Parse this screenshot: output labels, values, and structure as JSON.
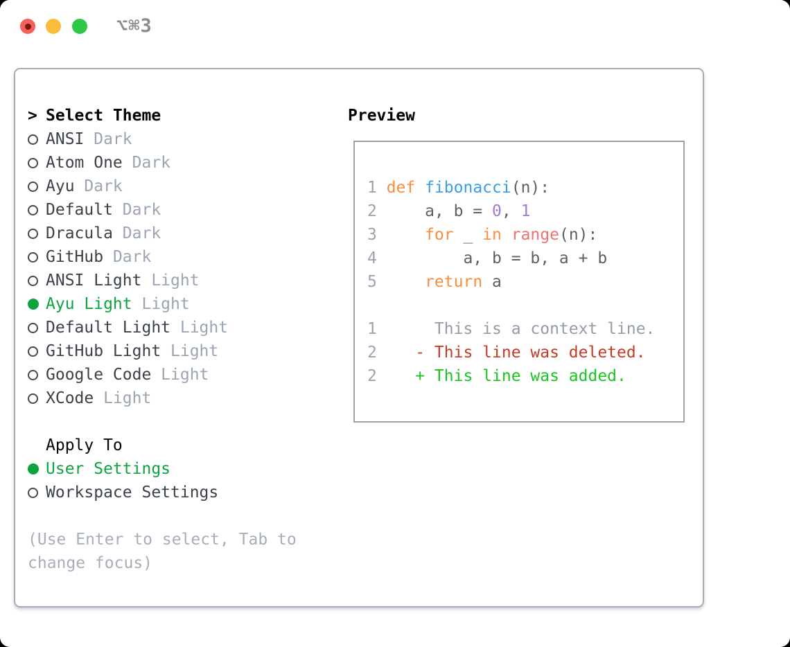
{
  "window": {
    "title": "⌥⌘3",
    "traffic_lights": [
      "close",
      "minimize",
      "zoom"
    ],
    "close_modified_indicator": true
  },
  "palette": {
    "selected_green": "#0da43f",
    "diff_added": "#1ac522",
    "diff_deleted": "#c53b28",
    "keyword": "#fa8d3e",
    "function": "#399ee6",
    "number": "#a37acc",
    "call": "#f07171",
    "code_text": "#5c6166",
    "line_number": "#9aa3ae",
    "context": "#949ca6",
    "theme_name": "#3b4148",
    "variant_label": "#9aa4b3",
    "help_text": "#a7aeb9"
  },
  "left_panel": {
    "prompt": ">",
    "title": "Select Theme",
    "themes": [
      {
        "name": "ANSI",
        "variant": "Dark",
        "selected": false
      },
      {
        "name": "Atom One",
        "variant": "Dark",
        "selected": false
      },
      {
        "name": "Ayu",
        "variant": "Dark",
        "selected": false
      },
      {
        "name": "Default",
        "variant": "Dark",
        "selected": false
      },
      {
        "name": "Dracula",
        "variant": "Dark",
        "selected": false
      },
      {
        "name": "GitHub",
        "variant": "Dark",
        "selected": false
      },
      {
        "name": "ANSI Light",
        "variant": "Light",
        "selected": false
      },
      {
        "name": "Ayu Light",
        "variant": "Light",
        "selected": true
      },
      {
        "name": "Default Light",
        "variant": "Light",
        "selected": false
      },
      {
        "name": "GitHub Light",
        "variant": "Light",
        "selected": false
      },
      {
        "name": "Google Code",
        "variant": "Light",
        "selected": false
      },
      {
        "name": "XCode",
        "variant": "Light",
        "selected": false
      }
    ],
    "apply_to": {
      "title": "Apply To",
      "options": [
        {
          "label": "User Settings",
          "selected": true
        },
        {
          "label": "Workspace Settings",
          "selected": false
        }
      ]
    },
    "help": "(Use Enter to select, Tab to change focus)"
  },
  "preview": {
    "title": "Preview",
    "lines": [
      {
        "num": "1",
        "segments": [
          {
            "text": "def",
            "color": "keyword"
          },
          {
            "text": " ",
            "color": "code_text"
          },
          {
            "text": "fibonacci",
            "color": "function"
          },
          {
            "text": "(n):",
            "color": "code_text"
          }
        ]
      },
      {
        "num": "2",
        "segments": [
          {
            "text": "    a, b = ",
            "color": "code_text"
          },
          {
            "text": "0",
            "color": "number"
          },
          {
            "text": ", ",
            "color": "code_text"
          },
          {
            "text": "1",
            "color": "number"
          }
        ]
      },
      {
        "num": "3",
        "segments": [
          {
            "text": "    ",
            "color": "code_text"
          },
          {
            "text": "for",
            "color": "keyword"
          },
          {
            "text": " _ ",
            "color": "code_text"
          },
          {
            "text": "in",
            "color": "keyword"
          },
          {
            "text": " ",
            "color": "code_text"
          },
          {
            "text": "range",
            "color": "call"
          },
          {
            "text": "(n):",
            "color": "code_text"
          }
        ]
      },
      {
        "num": "4",
        "segments": [
          {
            "text": "        a, b = b, a + b",
            "color": "code_text"
          }
        ]
      },
      {
        "num": "5",
        "segments": [
          {
            "text": "    ",
            "color": "code_text"
          },
          {
            "text": "return",
            "color": "keyword"
          },
          {
            "text": " a",
            "color": "code_text"
          }
        ]
      },
      {
        "num": "",
        "segments": []
      },
      {
        "num": "1",
        "segments": [
          {
            "text": "     This is a context line.",
            "color": "context"
          }
        ]
      },
      {
        "num": "2",
        "segments": [
          {
            "text": "   - This line was deleted.",
            "color": "diff_deleted"
          }
        ]
      },
      {
        "num": "2",
        "segments": [
          {
            "text": "   + This line was added.",
            "color": "diff_added"
          }
        ]
      }
    ]
  }
}
